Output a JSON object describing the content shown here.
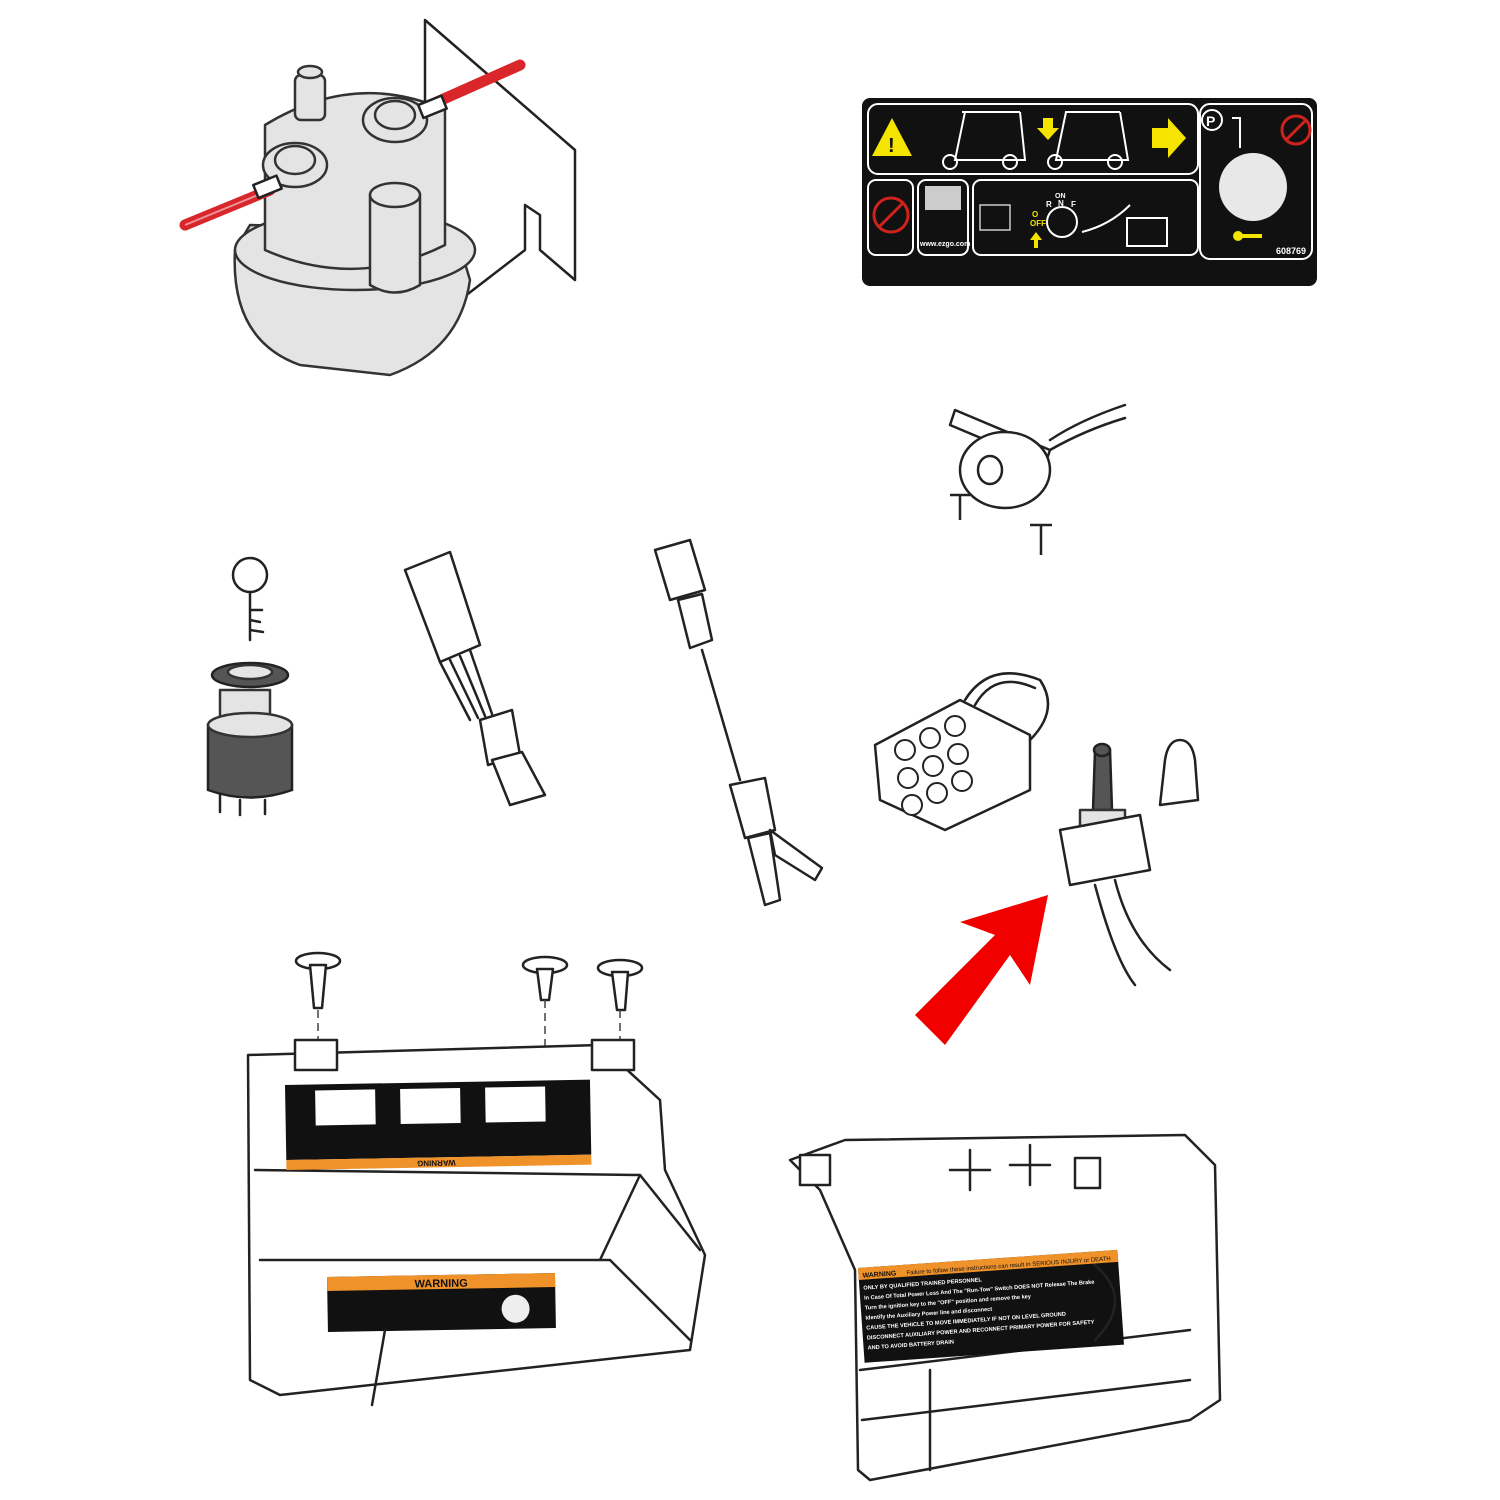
{
  "decal": {
    "part_number": "608769",
    "website": "www.ezgo.com",
    "switch_on": "ON",
    "switch_r": "R",
    "switch_n": "N",
    "switch_f": "F",
    "switch_o": "O",
    "switch_off": "OFF",
    "park_symbol": "P",
    "colors": {
      "background": "#111111",
      "accent": "#f5e400",
      "prohibit": "#d0221d"
    }
  },
  "left_panel_label": {
    "heading": "WARNING",
    "top_decal_heading": "WARNING"
  },
  "right_panel_label": {
    "heading": "WARNING",
    "subheading": "Failure to follow these instructions can result in SERIOUS INJURY or DEATH",
    "lines": [
      "ONLY BY QUALIFIED TRAINED PERSONNEL",
      "In Case Of Total Power Loss And The \"Run-Tow\" Switch DOES NOT Release The Brake",
      "Turn the ignition key to the \"OFF\" position and remove the key",
      "Identify the Auxiliary Power line and disconnect",
      "CAUSE THE VEHICLE TO MOVE IMMEDIATELY IF NOT ON LEVEL GROUND",
      "DISCONNECT AUXILIARY POWER AND RECONNECT PRIMARY POWER FOR SAFETY",
      "AND TO AVOID BATTERY DRAIN"
    ],
    "label_color": "#f0922a"
  },
  "indicator_arrow": {
    "color": "#f20000",
    "target": "toggle-switch"
  }
}
